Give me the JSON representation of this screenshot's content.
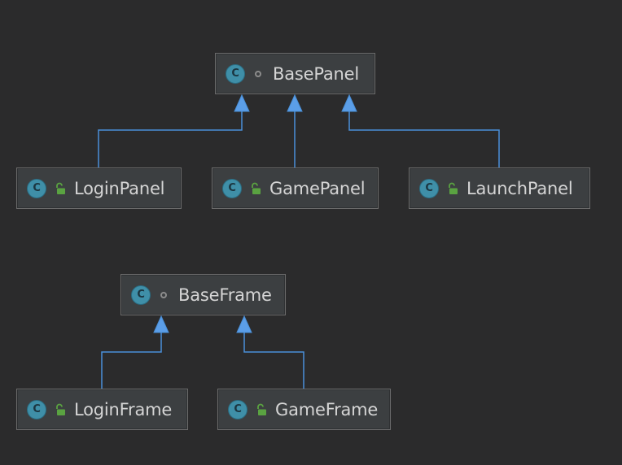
{
  "diagram": {
    "classes": [
      {
        "id": "basepanel",
        "label": "BasePanel",
        "icon_letter": "C",
        "modifier_icon": "package-private-dot-icon"
      },
      {
        "id": "loginpanel",
        "label": "LoginPanel",
        "icon_letter": "C",
        "modifier_icon": "public-open-lock-icon"
      },
      {
        "id": "gamepanel",
        "label": "GamePanel",
        "icon_letter": "C",
        "modifier_icon": "public-open-lock-icon"
      },
      {
        "id": "launchpanel",
        "label": "LaunchPanel",
        "icon_letter": "C",
        "modifier_icon": "public-open-lock-icon"
      },
      {
        "id": "baseframe",
        "label": "BaseFrame",
        "icon_letter": "C",
        "modifier_icon": "package-private-dot-icon"
      },
      {
        "id": "loginframe",
        "label": "LoginFrame",
        "icon_letter": "C",
        "modifier_icon": "public-open-lock-icon"
      },
      {
        "id": "gameframe",
        "label": "GameFrame",
        "icon_letter": "C",
        "modifier_icon": "public-open-lock-icon"
      }
    ],
    "inheritance": [
      {
        "child": "loginpanel",
        "parent": "basepanel"
      },
      {
        "child": "gamepanel",
        "parent": "basepanel"
      },
      {
        "child": "launchpanel",
        "parent": "basepanel"
      },
      {
        "child": "loginframe",
        "parent": "baseframe"
      },
      {
        "child": "gameframe",
        "parent": "baseframe"
      }
    ],
    "colors": {
      "background": "#2b2b2c",
      "node_fill": "#3c3f41",
      "node_border": "#6b6b6b",
      "label_text": "#d5d5d5",
      "edge_line": "#4a90d9",
      "class_icon": "#3f8fa8",
      "lock_icon": "#5aa341",
      "dot_icon": "#8c8c8c"
    }
  }
}
